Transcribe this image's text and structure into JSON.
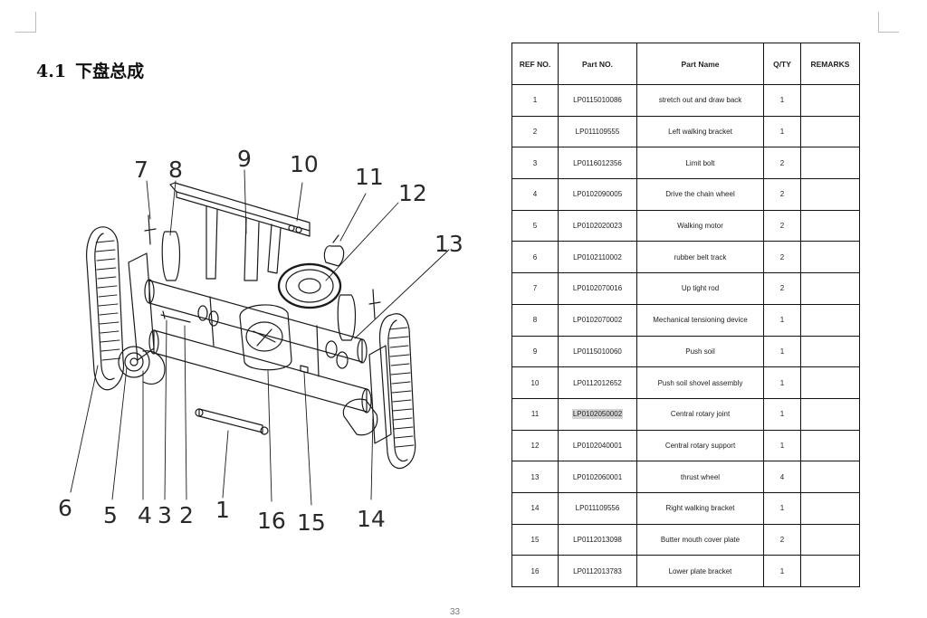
{
  "section": {
    "number": "4.1",
    "title": "下盘总成"
  },
  "table": {
    "headers": {
      "ref": "REF NO.",
      "part": "Part NO.",
      "name": "Part Name",
      "qty": "Q/TY",
      "remarks": "REMARKS"
    },
    "rows": [
      {
        "ref": "1",
        "part": "LP0115010086",
        "name": "stretch out and draw back",
        "qty": "1",
        "remarks": ""
      },
      {
        "ref": "2",
        "part": "LP011109555",
        "name": "Left walking bracket",
        "qty": "1",
        "remarks": ""
      },
      {
        "ref": "3",
        "part": "LP0116012356",
        "name": "Limit bolt",
        "qty": "2",
        "remarks": ""
      },
      {
        "ref": "4",
        "part": "LP0102090005",
        "name": "Drive the chain wheel",
        "qty": "2",
        "remarks": ""
      },
      {
        "ref": "5",
        "part": "LP0102020023",
        "name": "Walking motor",
        "qty": "2",
        "remarks": ""
      },
      {
        "ref": "6",
        "part": "LP0102110002",
        "name": "rubber belt track",
        "qty": "2",
        "remarks": ""
      },
      {
        "ref": "7",
        "part": "LP0102070016",
        "name": "Up tight rod",
        "qty": "2",
        "remarks": ""
      },
      {
        "ref": "8",
        "part": "LP0102070002",
        "name": "Mechanical tensioning device",
        "qty": "1",
        "remarks": ""
      },
      {
        "ref": "9",
        "part": "LP0115010060",
        "name": "Push soil",
        "qty": "1",
        "remarks": ""
      },
      {
        "ref": "10",
        "part": "LP0112012652",
        "name": "Push soil shovel assembly",
        "qty": "1",
        "remarks": ""
      },
      {
        "ref": "11",
        "part": "LP0102050002",
        "name": "Central rotary joint",
        "qty": "1",
        "remarks": "",
        "highlight": true
      },
      {
        "ref": "12",
        "part": "LP0102040001",
        "name": "Central rotary support",
        "qty": "1",
        "remarks": ""
      },
      {
        "ref": "13",
        "part": "LP0102060001",
        "name": "thrust wheel",
        "qty": "4",
        "remarks": ""
      },
      {
        "ref": "14",
        "part": "LP011109556",
        "name": "Right walking bracket",
        "qty": "1",
        "remarks": ""
      },
      {
        "ref": "15",
        "part": "LP0112013098",
        "name": "Butter mouth cover plate",
        "qty": "2",
        "remarks": ""
      },
      {
        "ref": "16",
        "part": "LP0112013783",
        "name": "Lower plate bracket",
        "qty": "1",
        "remarks": ""
      }
    ]
  },
  "callouts": [
    "1",
    "2",
    "3",
    "4",
    "5",
    "6",
    "7",
    "8",
    "9",
    "10",
    "11",
    "12",
    "13",
    "14",
    "15",
    "16"
  ],
  "page_number": "33"
}
